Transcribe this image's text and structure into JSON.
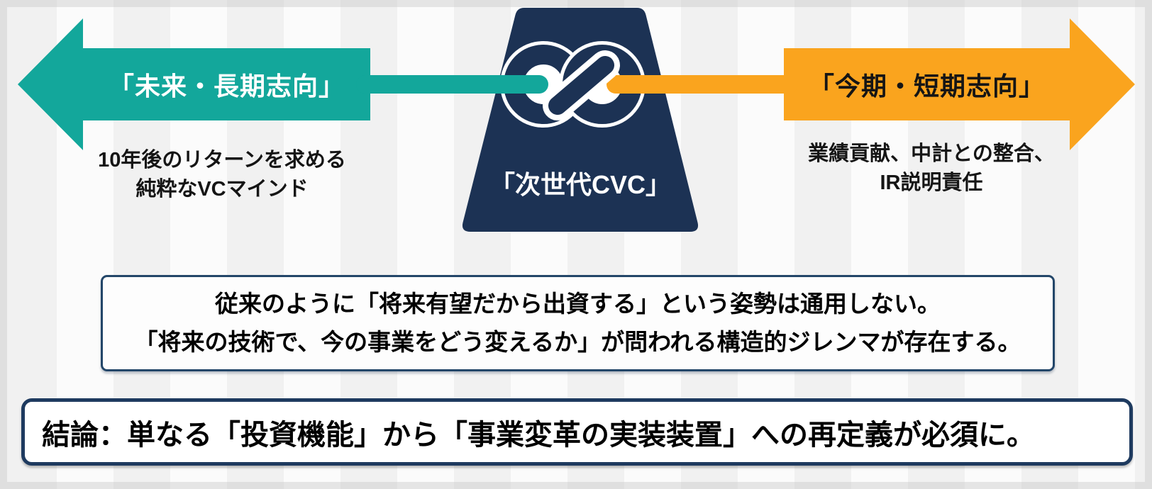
{
  "slide": {
    "type": "tension-diagram",
    "colors": {
      "teal_arrow": "#13a79b",
      "orange_arrow": "#faa41e",
      "navy": "#1c3254",
      "box_border_navy": "#1e3a5f",
      "text_black": "#151515",
      "text_white": "#ffffff",
      "background": "#f6f6f6"
    },
    "left_arrow": {
      "direction": "left",
      "label": "「未来・長期志向」",
      "caption_line1": "10年後のリターンを求める",
      "caption_line2": "純粋なVCマインド"
    },
    "right_arrow": {
      "direction": "right",
      "label": "「今期・短期志向」",
      "caption_line1": "業績貢献、中計との整合、",
      "caption_line2": "IR説明責任"
    },
    "center": {
      "icon": "infinity-knot-icon",
      "shape": "weight-trapezoid",
      "label": "「次世代CVC」"
    },
    "dilemma_box": {
      "line1": "従来のように「将来有望だから出資する」という姿勢は通用しない。",
      "line2": "「将来の技術で、今の事業をどう変えるか」が問われる構造的ジレンマが存在する。"
    },
    "conclusion_box": {
      "text": "結論：単なる「投資機能」から「事業変革の実装装置」への再定義が必須に。"
    }
  }
}
